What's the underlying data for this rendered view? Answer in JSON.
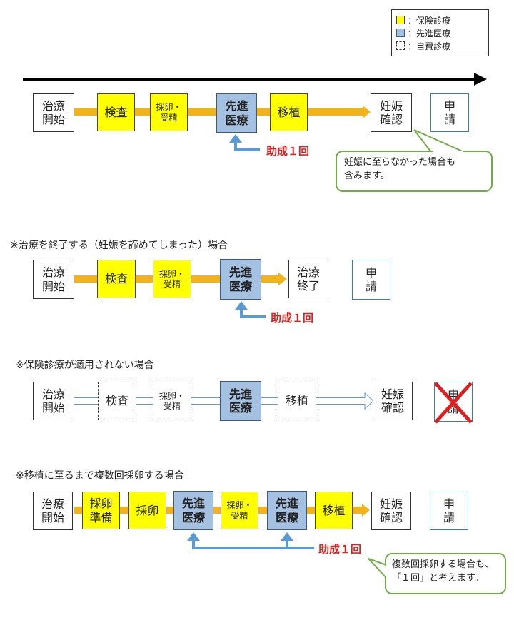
{
  "legend": {
    "insurance": "：保険診療",
    "advanced": "：先進医療",
    "self_pay": "：自費診療"
  },
  "colors": {
    "insurance": "#ffff00",
    "advanced": "#a5c1e2",
    "flow_arrow": "#f2b31a",
    "grant_arrow": "#5b9bd5",
    "grant_text": "#e02020",
    "bubble_border": "#70ad47"
  },
  "diagram1": {
    "start": "治療\n開始",
    "exam": "検査",
    "retrieval": "採卵・\n受精",
    "advanced": "先進\n医療",
    "transfer": "移植",
    "pregnancy": "妊娠\n確認",
    "apply": "申\n請",
    "grant": "助成１回",
    "bubble": "妊娠に至らなかった場合も\n含みます。"
  },
  "diagram2": {
    "heading": "※治療を終了する（妊娠を諦めてしまった）場合",
    "start": "治療\n開始",
    "exam": "検査",
    "retrieval": "採卵・\n受精",
    "advanced": "先進\n医療",
    "end": "治療\n終了",
    "apply": "申\n請",
    "grant": "助成１回"
  },
  "diagram3": {
    "heading": "※保険診療が適用されない場合",
    "start": "治療\n開始",
    "exam": "検査",
    "retrieval": "採卵・\n受精",
    "advanced": "先進\n医療",
    "transfer": "移植",
    "pregnancy": "妊娠\n確認",
    "apply": "申\n請"
  },
  "diagram4": {
    "heading": "※移植に至るまで複数回採卵する場合",
    "start": "治療\n開始",
    "prep": "採卵\n準備",
    "retrieval": "採卵",
    "advanced1": "先進\n医療",
    "fertilize": "採卵・\n受精",
    "advanced2": "先進\n医療",
    "transfer": "移植",
    "pregnancy": "妊娠\n確認",
    "apply": "申\n請",
    "grant": "助成１回",
    "bubble": "複数回採卵する場合も、\n「１回」と考えます。"
  }
}
